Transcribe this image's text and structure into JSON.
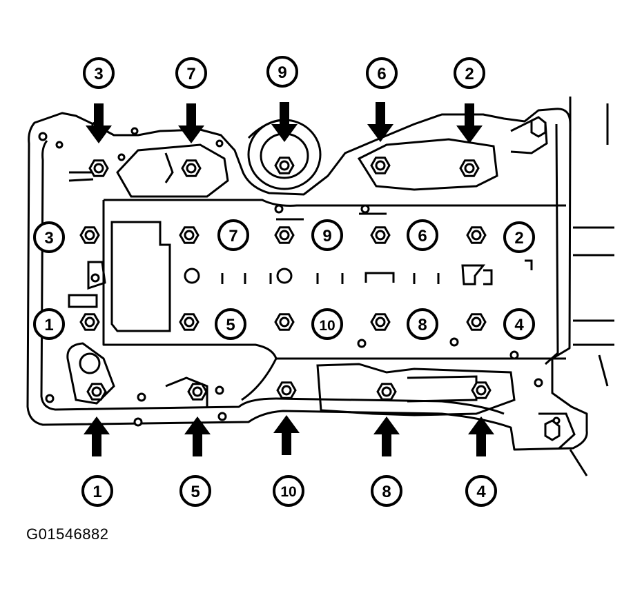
{
  "figure_code": "G01546882",
  "callouts": {
    "top": [
      "3",
      "7",
      "9",
      "6",
      "2"
    ],
    "left": [
      "3",
      "1"
    ],
    "inner_upper": [
      "7",
      "9",
      "6",
      "2"
    ],
    "inner_lower": [
      "5",
      "10",
      "8",
      "4"
    ],
    "bottom": [
      "1",
      "5",
      "10",
      "8",
      "4"
    ]
  },
  "colors": {
    "ink": "#000000",
    "paper": "#ffffff"
  }
}
